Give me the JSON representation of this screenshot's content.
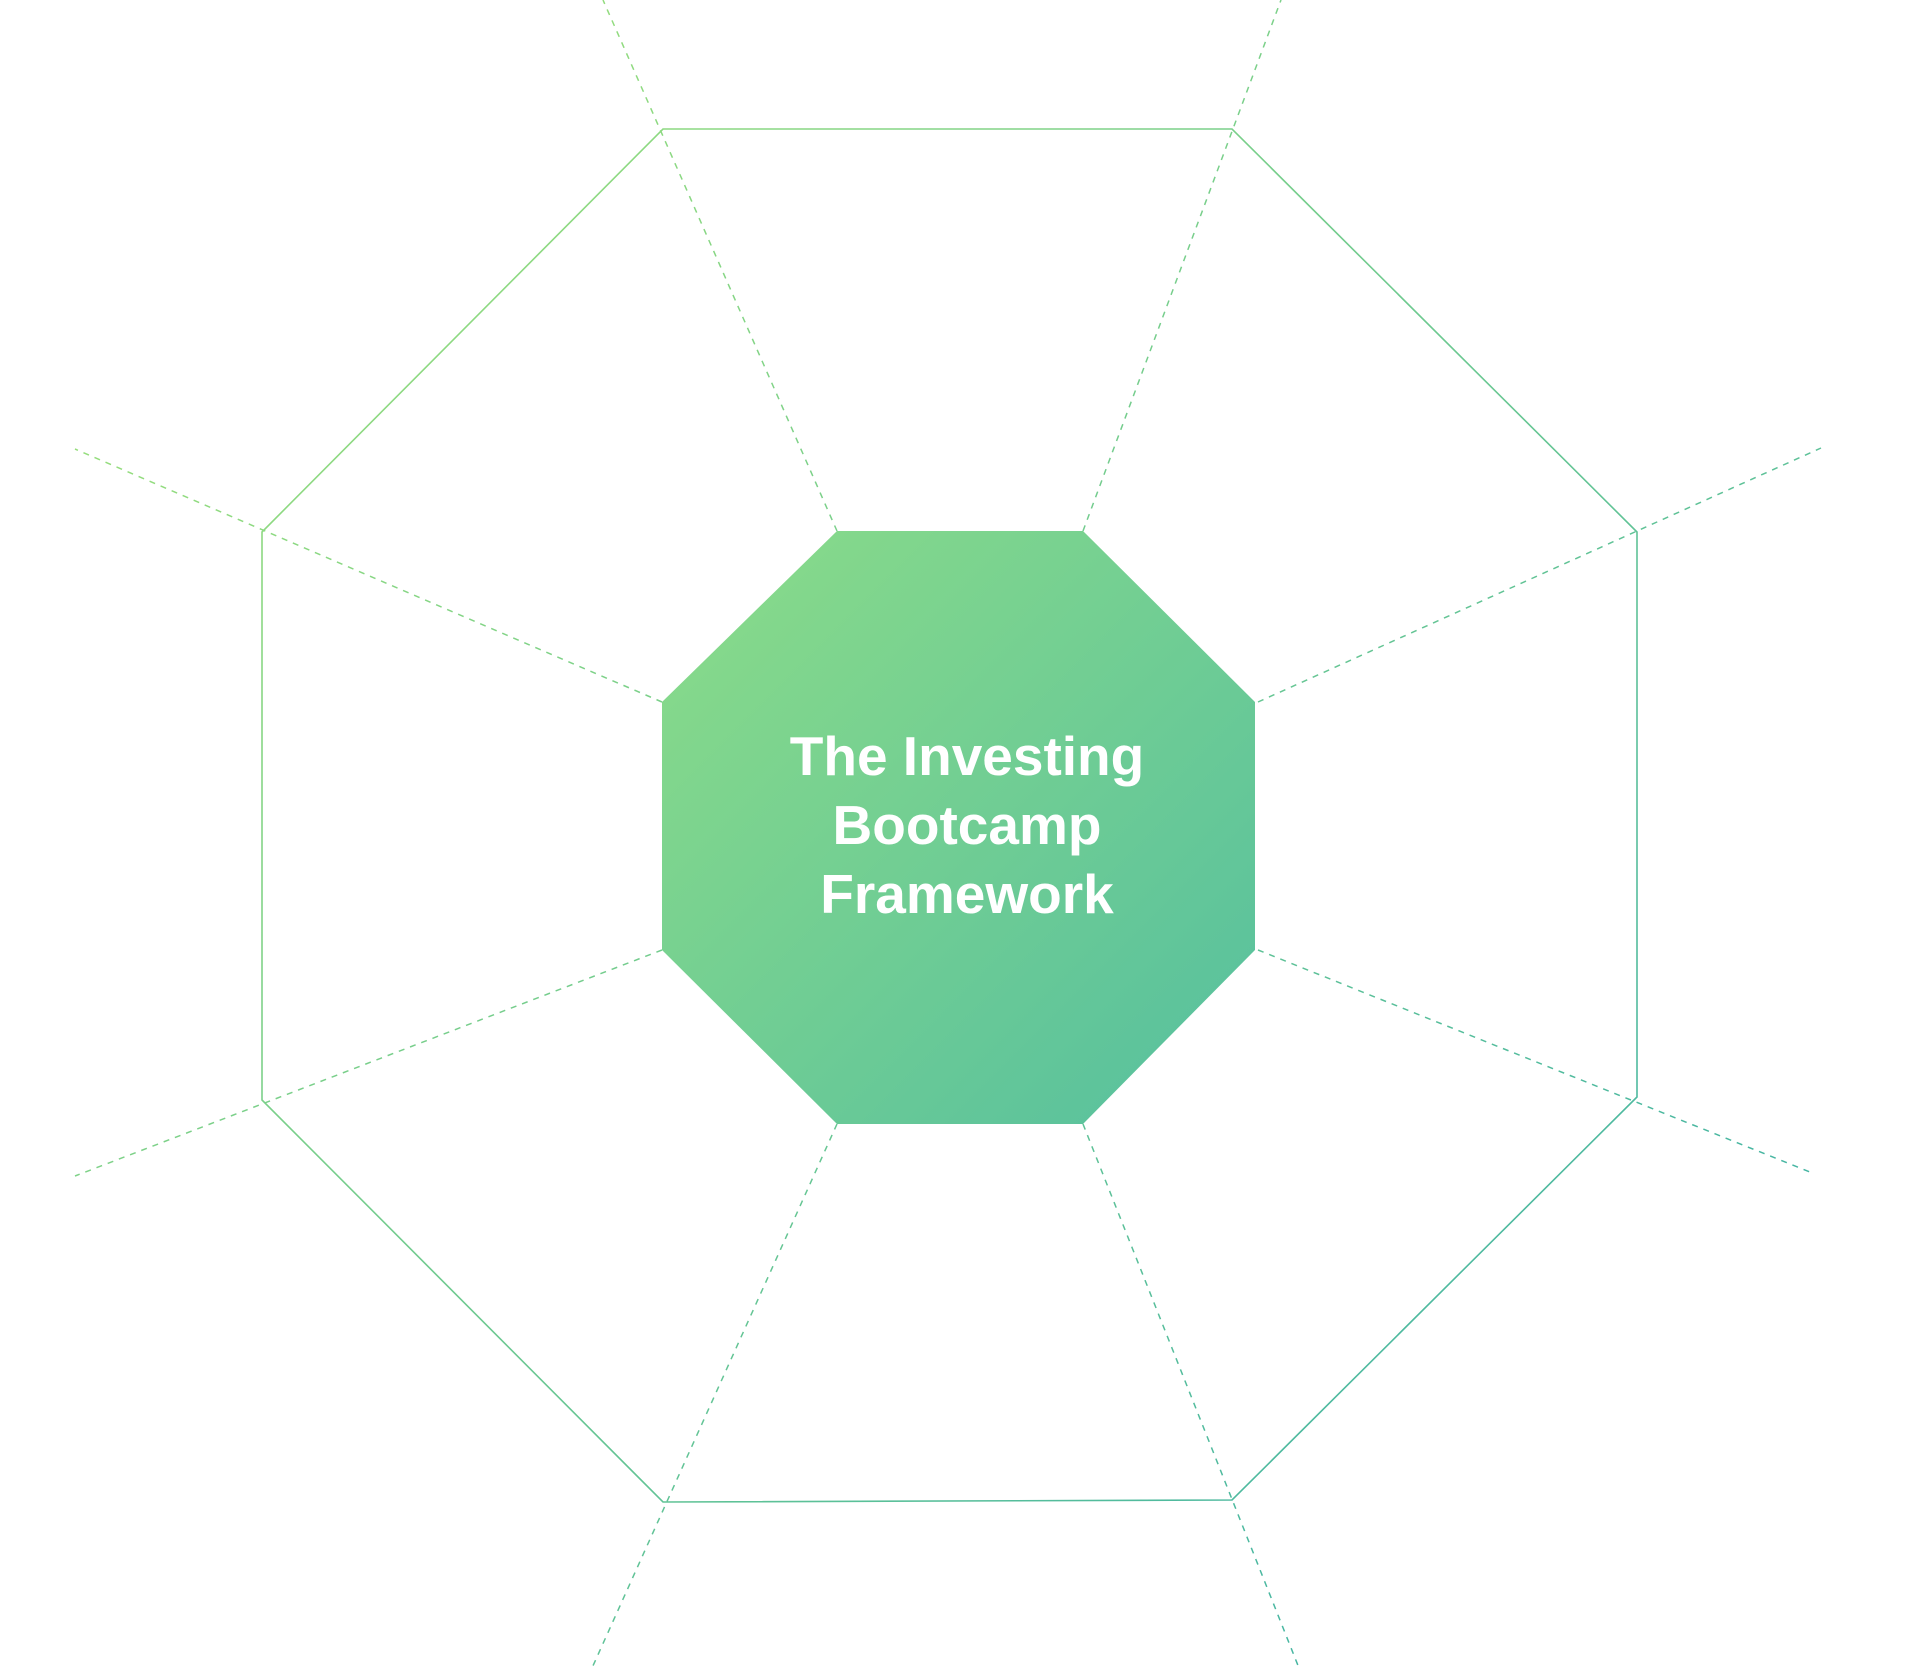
{
  "diagram": {
    "center": {
      "title_lines": [
        "The Investing",
        "Bootcamp",
        "Framework"
      ]
    },
    "colors": {
      "gradient_start": "#8cdc88",
      "gradient_end": "#55bf9f",
      "text": "#ffffff"
    }
  }
}
